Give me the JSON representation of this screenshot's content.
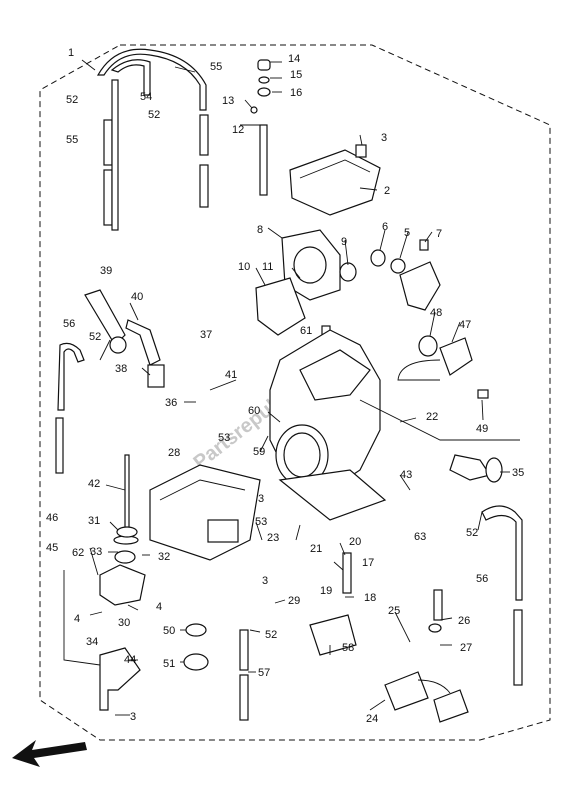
{
  "diagram": {
    "watermark": "Partsrepublik",
    "callouts": [
      "1",
      "2",
      "3",
      "5",
      "6",
      "7",
      "8",
      "9",
      "10",
      "11",
      "12",
      "13",
      "14",
      "15",
      "16",
      "17",
      "18",
      "19",
      "20",
      "21",
      "22",
      "23",
      "24",
      "25",
      "26",
      "27",
      "28",
      "29",
      "30",
      "31",
      "32",
      "33",
      "34",
      "35",
      "36",
      "37",
      "38",
      "39",
      "40",
      "41",
      "42",
      "43",
      "44",
      "45",
      "46",
      "47",
      "48",
      "49",
      "50",
      "51",
      "52",
      "53",
      "54",
      "55",
      "56",
      "57",
      "58",
      "59",
      "60",
      "61",
      "62",
      "63",
      "4"
    ],
    "labels": [
      {
        "id": "c1",
        "text": "1"
      },
      {
        "id": "c55a",
        "text": "55"
      },
      {
        "id": "c52a",
        "text": "52"
      },
      {
        "id": "c54",
        "text": "54"
      },
      {
        "id": "c52b",
        "text": "52"
      },
      {
        "id": "c55b",
        "text": "55"
      },
      {
        "id": "c14",
        "text": "14"
      },
      {
        "id": "c15",
        "text": "15"
      },
      {
        "id": "c13",
        "text": "13"
      },
      {
        "id": "c16",
        "text": "16"
      },
      {
        "id": "c12",
        "text": "12"
      },
      {
        "id": "c3a",
        "text": "3"
      },
      {
        "id": "c2",
        "text": "2"
      },
      {
        "id": "c8",
        "text": "8"
      },
      {
        "id": "c9",
        "text": "9"
      },
      {
        "id": "c6",
        "text": "6"
      },
      {
        "id": "c5",
        "text": "5"
      },
      {
        "id": "c7",
        "text": "7"
      },
      {
        "id": "c10",
        "text": "10"
      },
      {
        "id": "c11",
        "text": "11"
      },
      {
        "id": "c39",
        "text": "39"
      },
      {
        "id": "c40",
        "text": "40"
      },
      {
        "id": "c56a",
        "text": "56"
      },
      {
        "id": "c52c",
        "text": "52"
      },
      {
        "id": "c37",
        "text": "37"
      },
      {
        "id": "c38",
        "text": "38"
      },
      {
        "id": "c41",
        "text": "41"
      },
      {
        "id": "c36",
        "text": "36"
      },
      {
        "id": "c61",
        "text": "61"
      },
      {
        "id": "c48",
        "text": "48"
      },
      {
        "id": "c47",
        "text": "47"
      },
      {
        "id": "c49",
        "text": "49"
      },
      {
        "id": "c60",
        "text": "60"
      },
      {
        "id": "c22",
        "text": "22"
      },
      {
        "id": "c59",
        "text": "59"
      },
      {
        "id": "c53a",
        "text": "53"
      },
      {
        "id": "c28",
        "text": "28"
      },
      {
        "id": "c35",
        "text": "35"
      },
      {
        "id": "c43",
        "text": "43"
      },
      {
        "id": "c42",
        "text": "42"
      },
      {
        "id": "c3b",
        "text": "3"
      },
      {
        "id": "c63",
        "text": "63"
      },
      {
        "id": "c52d",
        "text": "52"
      },
      {
        "id": "c46",
        "text": "46"
      },
      {
        "id": "c31",
        "text": "31"
      },
      {
        "id": "c53b",
        "text": "53"
      },
      {
        "id": "c23",
        "text": "23"
      },
      {
        "id": "c20",
        "text": "20"
      },
      {
        "id": "c21",
        "text": "21"
      },
      {
        "id": "c45",
        "text": "45"
      },
      {
        "id": "c62",
        "text": "62"
      },
      {
        "id": "c33",
        "text": "33"
      },
      {
        "id": "c32",
        "text": "32"
      },
      {
        "id": "c17",
        "text": "17"
      },
      {
        "id": "c3c",
        "text": "3"
      },
      {
        "id": "c19",
        "text": "19"
      },
      {
        "id": "c56b",
        "text": "56"
      },
      {
        "id": "c4a",
        "text": "4"
      },
      {
        "id": "c30",
        "text": "30"
      },
      {
        "id": "c4b",
        "text": "4"
      },
      {
        "id": "c29",
        "text": "29"
      },
      {
        "id": "c18",
        "text": "18"
      },
      {
        "id": "c25",
        "text": "25"
      },
      {
        "id": "c26",
        "text": "26"
      },
      {
        "id": "c34",
        "text": "34"
      },
      {
        "id": "c50",
        "text": "50"
      },
      {
        "id": "c52e",
        "text": "52"
      },
      {
        "id": "c27",
        "text": "27"
      },
      {
        "id": "c58",
        "text": "58"
      },
      {
        "id": "c44",
        "text": "44"
      },
      {
        "id": "c51",
        "text": "51"
      },
      {
        "id": "c57",
        "text": "57"
      },
      {
        "id": "c24",
        "text": "24"
      },
      {
        "id": "c3d",
        "text": "3"
      }
    ]
  }
}
